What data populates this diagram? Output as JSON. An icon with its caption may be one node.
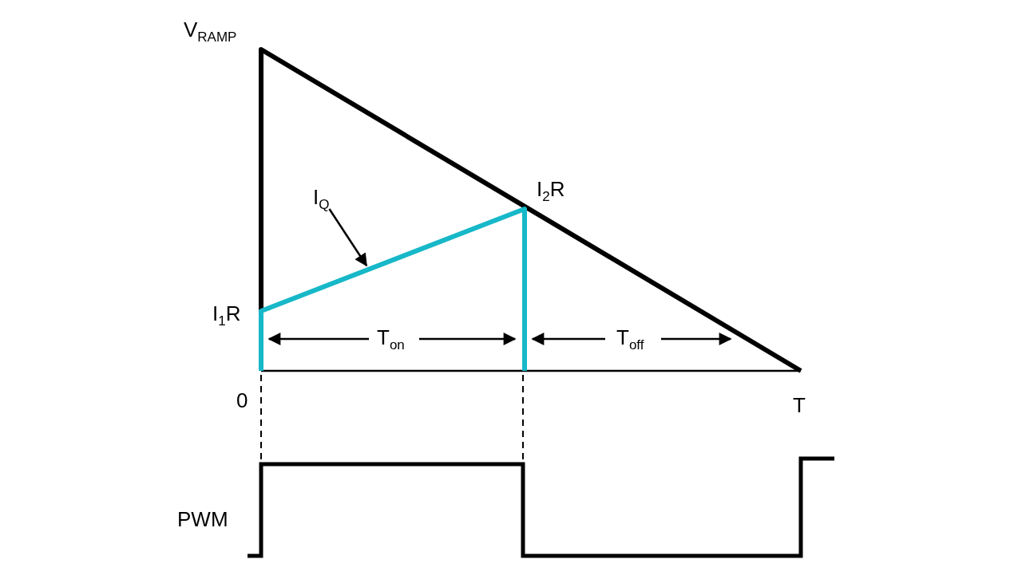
{
  "diagram": {
    "nodes": [
      {
        "text": [
          "I$_{Q}$"
        ]
      },
      {
        "text": [],
        "shape": "line"
      }
    ],
    "edges": [
      {
        "from": 0,
        "to": 1,
        "arrow": "to"
      }
    ],
    "labels": [
      "V$_{RAMP}$",
      "I$_{2}$R",
      "I$_{1}$R",
      "T$_{on}$",
      "T$_{off}$",
      "0",
      "T",
      "PWM"
    ]
  }
}
